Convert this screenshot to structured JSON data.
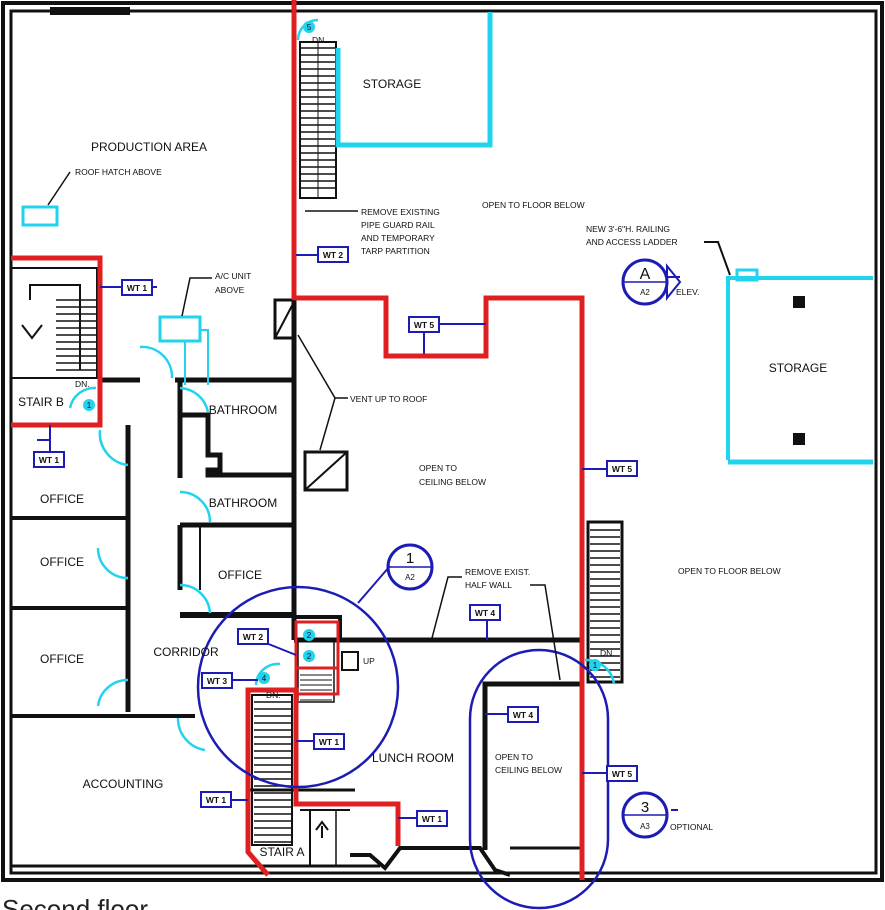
{
  "caption": "Second floor",
  "colors": {
    "wall": "#111111",
    "demolition": "#e02020",
    "existing": "#22d3ee",
    "callout": "#1c1cb4"
  },
  "rooms": {
    "production_area": "PRODUCTION AREA",
    "storage_top": "STORAGE",
    "storage_right": "STORAGE",
    "stair_b": "STAIR B",
    "bathroom_1": "BATHROOM",
    "bathroom_2": "BATHROOM",
    "office_1": "OFFICE",
    "office_2": "OFFICE",
    "office_3": "OFFICE",
    "office_4": "OFFICE",
    "corridor": "CORRIDOR",
    "accounting": "ACCOUNTING",
    "lunch_room": "LUNCH ROOM",
    "stair_a": "STAIR A"
  },
  "notes": {
    "roof_hatch": "ROOF HATCH ABOVE",
    "ac_unit_1": "A/C UNIT",
    "ac_unit_2": "ABOVE",
    "remove_rail_1": "REMOVE EXISTING",
    "remove_rail_2": "PIPE GUARD RAIL",
    "remove_rail_3": "AND TEMPORARY",
    "remove_rail_4": "TARP PARTITION",
    "open_floor_top": "OPEN TO FLOOR BELOW",
    "railing_1": "NEW 3'-6\"H. RAILING",
    "railing_2": "AND ACCESS LADDER",
    "vent": "VENT UP TO ROOF",
    "open_ceiling_center_1": "OPEN TO",
    "open_ceiling_center_2": "CEILING BELOW",
    "open_floor_right": "OPEN TO FLOOR BELOW",
    "remove_half_wall_1": "REMOVE EXIST.",
    "remove_half_wall_2": "HALF WALL",
    "open_ceiling_bottom_1": "OPEN TO",
    "open_ceiling_bottom_2": "CEILING BELOW",
    "elev": "ELEV.",
    "optional": "OPTIONAL",
    "dn_top": "DN.",
    "dn_stair_b": "DN.",
    "dn_stair_a": "DN.",
    "dn_right": "DN.",
    "up": "UP"
  },
  "tags": {
    "wt2_top": "WT 2",
    "wt1_stair_b_top": "WT 1",
    "wt1_stair_b_bottom": "WT 1",
    "wt5_top": "WT 5",
    "wt5_mid": "WT 5",
    "wt5_bottom": "WT 5",
    "wt4_center": "WT 4",
    "wt4_bottom": "WT 4",
    "wt2_bottom": "WT 2",
    "wt3": "WT 3",
    "wt1_stair_a_right": "WT 1",
    "wt1_stair_a_left": "WT 1",
    "wt1_bottom": "WT 1"
  },
  "section_markers": {
    "a_top": "A",
    "a_bottom": "A2",
    "one_top": "1",
    "one_bottom": "A2",
    "three_top": "3",
    "three_bottom": "A3"
  },
  "stair_numbers": {
    "s5": "5",
    "s1_b": "1",
    "s2_a": "2",
    "s2_b": "2",
    "s4": "4",
    "s1_right": "1"
  }
}
